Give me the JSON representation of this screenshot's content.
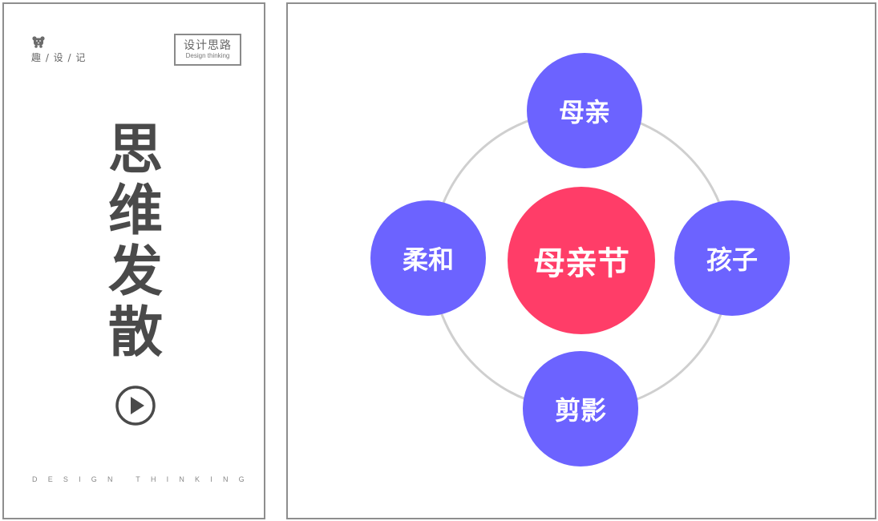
{
  "colors": {
    "satellite": "#6c63ff",
    "center": "#ff3d68",
    "ring": "#cfcfcf",
    "title": "#4a4a4a",
    "frame": "#8e8e8e"
  },
  "left_panel": {
    "brand": {
      "logo_icon": "bear-icon",
      "text": "趣 / 设 / 记"
    },
    "tag": {
      "title": "设计思路",
      "subtitle": "Design thinking"
    },
    "title_chars": [
      "思",
      "维",
      "发",
      "散"
    ],
    "play_icon": "play-circle-icon",
    "footer": "DESIGN THINKING"
  },
  "diagram": {
    "center": {
      "label": "母亲节"
    },
    "nodes": [
      {
        "position": "top",
        "label": "母亲"
      },
      {
        "position": "left",
        "label": "柔和"
      },
      {
        "position": "right",
        "label": "孩子"
      },
      {
        "position": "bottom",
        "label": "剪影"
      }
    ]
  }
}
